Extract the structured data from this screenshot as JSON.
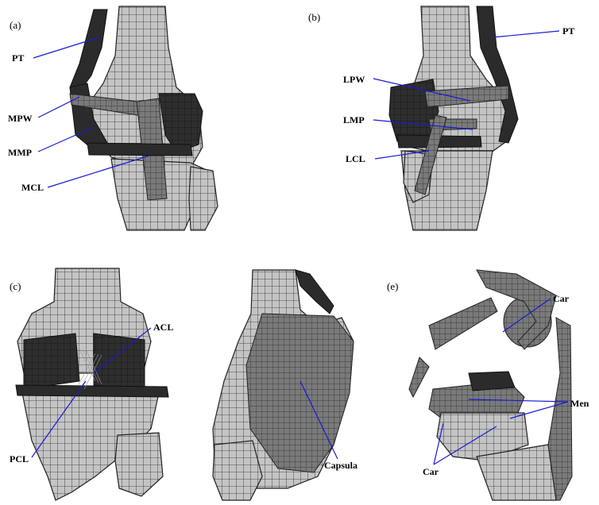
{
  "panels": {
    "a": {
      "label": "(a)",
      "structures": [
        "PT",
        "MPW",
        "MMP",
        "MCL"
      ]
    },
    "b": {
      "label": "(b)",
      "structures": [
        "PT",
        "LPW",
        "LMP",
        "LCL"
      ]
    },
    "c": {
      "label": "(c)",
      "structures": [
        "ACL",
        "PCL"
      ]
    },
    "d": {
      "label": "",
      "structures": [
        "Capsula"
      ]
    },
    "e": {
      "label": "(e)",
      "structures": [
        "Car",
        "Men",
        "Car"
      ]
    }
  }
}
